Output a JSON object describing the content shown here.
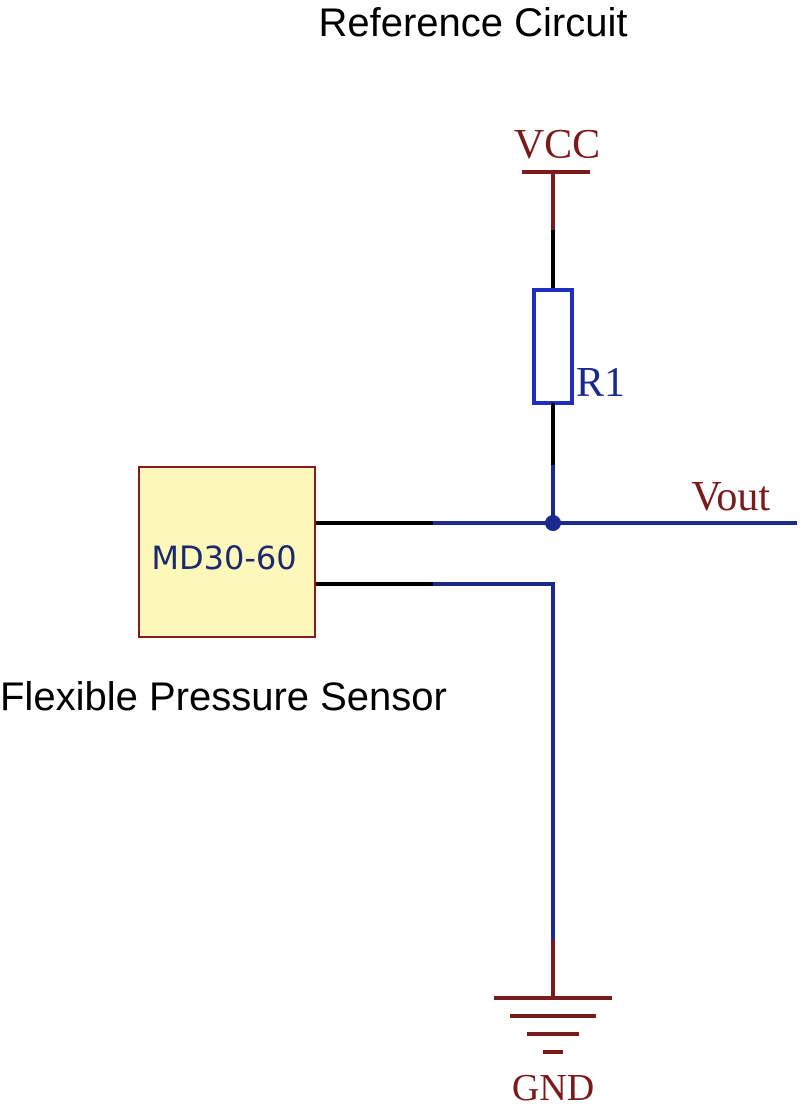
{
  "title": "Reference Circuit",
  "labels": {
    "vcc": "VCC",
    "resistor": "R1",
    "vout": "Vout",
    "sensor": "MD30-60",
    "sensor_caption": "Flexible Pressure Sensor",
    "gnd": "GND"
  },
  "colors": {
    "power_wire": "#7a1a1a",
    "power_text": "#7a1a1a",
    "pin_wire": "#000000",
    "net_wire": "#1a2a8c",
    "resistor_outline": "#1f2fc0",
    "resistor_text": "#1a2a8c",
    "sensor_fill": "#fdf7ba",
    "sensor_border": "#8a1a1a",
    "sensor_text": "#1a2a6c",
    "caption_text": "#000000"
  }
}
